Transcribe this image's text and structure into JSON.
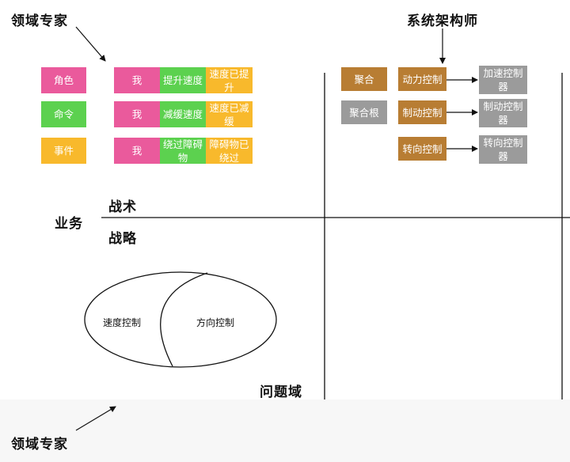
{
  "labels": {
    "domain_expert_top": "领域专家",
    "domain_expert_bottom": "领域专家",
    "system_architect": "系统架构师",
    "business": "业务",
    "tactics": "战术",
    "strategy": "战略",
    "problem_domain": "问题域"
  },
  "legend": [
    {
      "label": "角色",
      "color": "#ea5a9c"
    },
    {
      "label": "命令",
      "color": "#5cd14f"
    },
    {
      "label": "事件",
      "color": "#f8b92c"
    }
  ],
  "event_rows": [
    {
      "actor": "我",
      "command": "提升速度",
      "event": "速度已提升"
    },
    {
      "actor": "我",
      "command": "减缓速度",
      "event": "速度已减缓"
    },
    {
      "actor": "我",
      "command": "绕过障碍物",
      "event": "障碍物已绕过"
    }
  ],
  "aggregate": {
    "aggregate_label": "聚合",
    "aggregate_root_label": "聚合根",
    "roots": [
      "动力控制",
      "制动控制",
      "转向控制"
    ],
    "controllers": [
      "加速控制器",
      "制动控制器",
      "转向控制器"
    ]
  },
  "subdomains": [
    "速度控制",
    "方向控制"
  ]
}
